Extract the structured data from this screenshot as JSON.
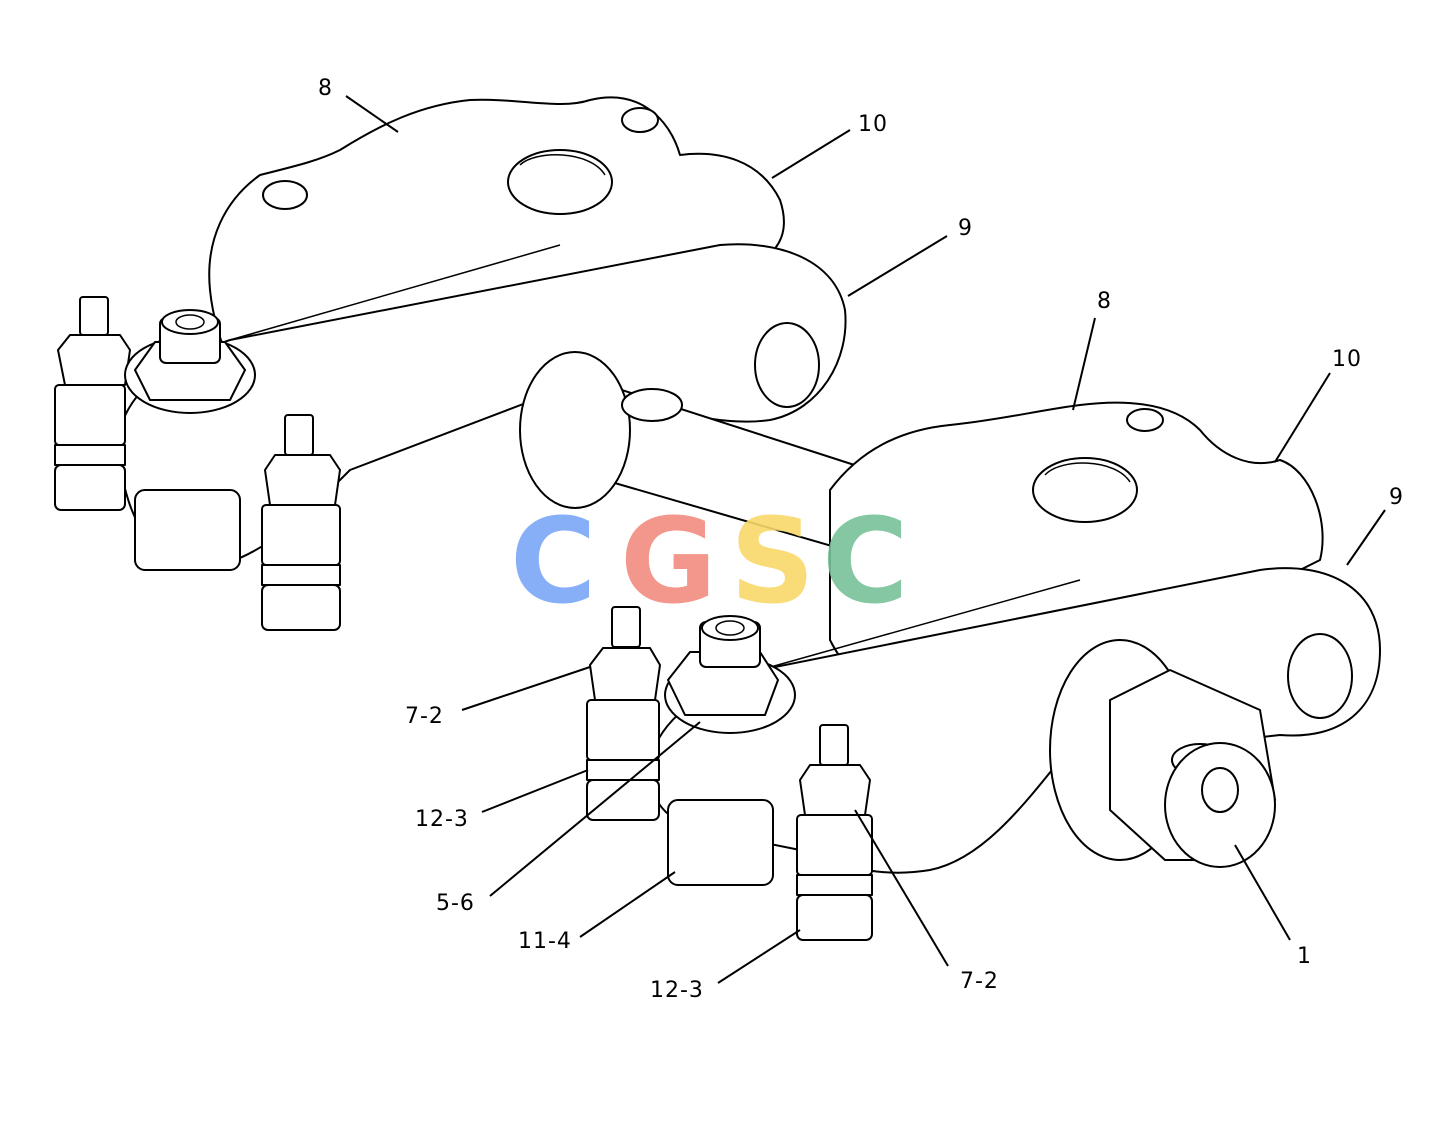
{
  "diagram": {
    "callouts": {
      "c8a": "8",
      "c10a": "10",
      "c9a": "9",
      "c8b": "8",
      "c10b": "10",
      "c9b": "9",
      "c72a": "7-2",
      "c123a": "12-3",
      "c56": "5-6",
      "c114": "11-4",
      "c123b": "12-3",
      "c72b": "7-2",
      "c1": "1"
    },
    "watermark": {
      "letters": [
        "C",
        "G",
        "S",
        "C"
      ],
      "colors": [
        "#7aa7f7",
        "#f28c80",
        "#f9d86a",
        "#79c29a"
      ]
    }
  }
}
